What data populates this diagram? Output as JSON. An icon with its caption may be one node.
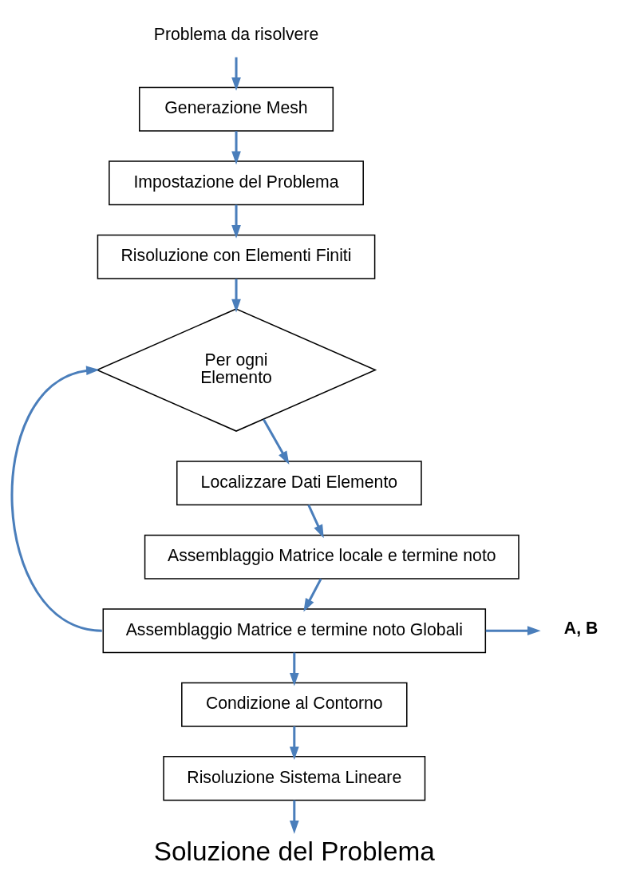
{
  "diagram": {
    "nodes": [
      {
        "text": [
          "Problema da risolvere"
        ]
      },
      {
        "text": [
          "Generazione Mesh"
        ]
      },
      {
        "text": [
          "Impostazione del Problema"
        ]
      },
      {
        "text": [
          "Risoluzione con Elementi Finiti"
        ]
      },
      {
        "text": [
          "Per ogni Elemento"
        ]
      },
      {
        "text": [
          "Localizzare Dati Elemento"
        ]
      },
      {
        "text": [
          "Assemblaggio Matrice locale e termine noto"
        ]
      },
      {
        "text": [
          "Assemblaggio Matrice e termine noto Globali"
        ]
      },
      {
        "text": [
          "Condizione al Contorno"
        ]
      },
      {
        "text": [
          "Risoluzione Sistema Lineare"
        ]
      },
      {
        "text": [
          "Soluzione del Problema"
        ]
      },
      {
        "text": [
          "A, B"
        ]
      }
    ],
    "edges": [
      {
        "from": 0,
        "to": 1,
        "arrow": "to"
      },
      {
        "from": 1,
        "to": 2,
        "arrow": "to"
      },
      {
        "from": 2,
        "to": 3,
        "arrow": "to"
      },
      {
        "from": 3,
        "to": 4,
        "arrow": "to"
      },
      {
        "from": 4,
        "to": 5,
        "arrow": "to"
      },
      {
        "from": 5,
        "to": 6,
        "arrow": "to"
      },
      {
        "from": 6,
        "to": 7,
        "arrow": "to"
      },
      {
        "from": 7,
        "to": 8,
        "arrow": "to"
      },
      {
        "from": 7,
        "to": 4,
        "arrow": "to"
      },
      {
        "from": 8,
        "to": 9,
        "arrow": "to"
      },
      {
        "from": 9,
        "to": 10,
        "arrow": "to"
      },
      {
        "from": 7,
        "to": 11,
        "arrow": "to"
      }
    ]
  }
}
